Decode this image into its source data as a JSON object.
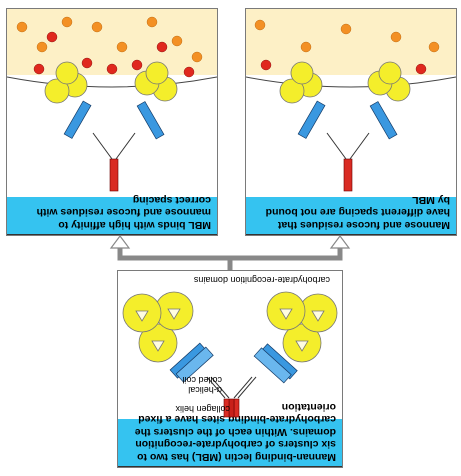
{
  "colors": {
    "fluid": "#fdf0c6",
    "caption": "#35c3f0",
    "crd": "#f4ee2b",
    "neck": "#3a98e0",
    "collagen": "#d92b23",
    "sugar_orange": "#f39024",
    "sugar_red": "#e0281e"
  },
  "icons": {
    "arrow": "arrow-up-icon",
    "crd": "circle-with-triangle-icon",
    "sugar": "hexagon-icon"
  },
  "left_panel": {
    "caption": "MBL binds with high affinity to mannose and fucose residues with correct spacing"
  },
  "right_panel": {
    "caption": "Mannose and fucose residues that have different spacing are not bound by MBL"
  },
  "bottom_panel": {
    "caption": "Mannan-binding lectin (MBL) has two to six clusters of carbohydrate-recognition domains. Within each of the clusters the carbohydrate-binding sites have a fixed orientation",
    "label_collagen": "collagen helix",
    "label_alpha": "α-helical",
    "label_coiled": "coiled coil",
    "label_crd": "carbohydrate-recognition domains"
  }
}
